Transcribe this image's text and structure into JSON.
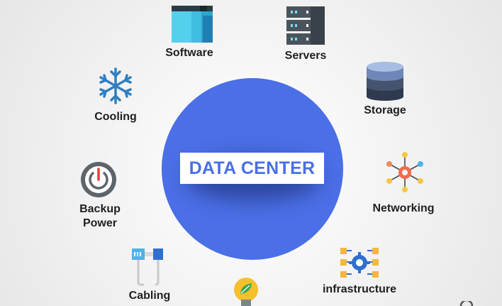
{
  "hub": {
    "label": "DATA CENTER"
  },
  "components": [
    {
      "label": "Software",
      "icon": "software-window-icon"
    },
    {
      "label": "Servers",
      "icon": "server-rack-icon"
    },
    {
      "label": "Storage",
      "icon": "storage-cylinder-icon"
    },
    {
      "label": "Networking",
      "icon": "network-hub-icon"
    },
    {
      "label": "infrastructure",
      "icon": "infrastructure-gear-icon"
    },
    {
      "label": "Cabling",
      "icon": "ethernet-cable-icon"
    },
    {
      "label": "Backup\nPower",
      "icon": "power-button-icon"
    },
    {
      "label": "Cooling",
      "icon": "snowflake-icon"
    },
    {
      "label": "",
      "icon": "lightbulb-leaf-icon"
    }
  ],
  "colors": {
    "hub": "#4a6fe6",
    "label_text": "#1f1f1f",
    "accent_teal": "#2aa7c9"
  }
}
